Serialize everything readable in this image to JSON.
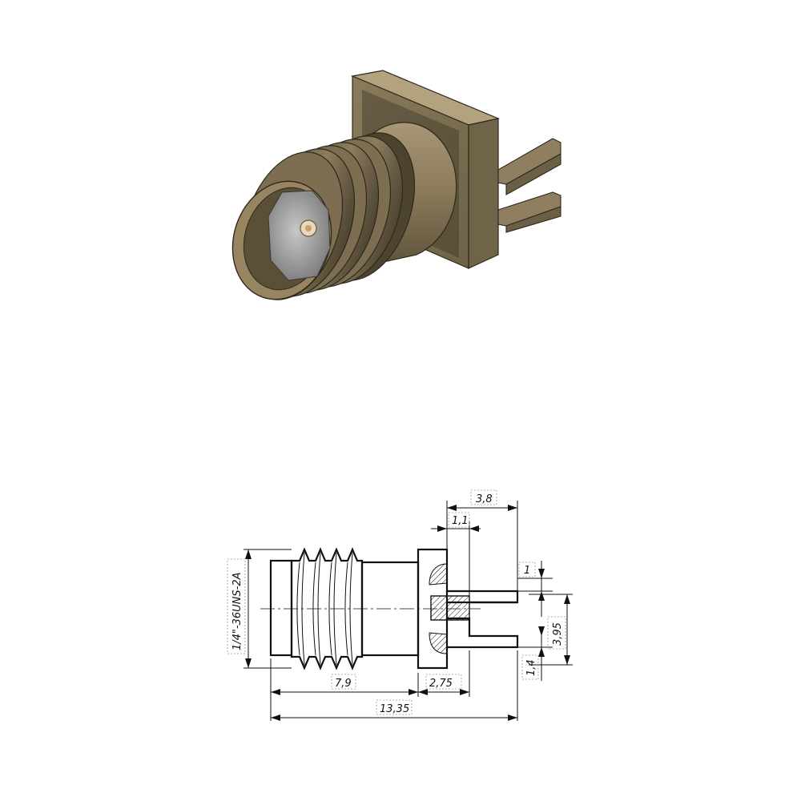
{
  "colors": {
    "body_brass": "#8a7a5c",
    "body_brass_dark": "#4a4130",
    "body_brass_light": "#b3a27e",
    "dielectric": "#9a9a9a",
    "pin_gold": "#c8a26a",
    "drawing_line": "#111111"
  },
  "dimensions": {
    "d_3_8": "3,8",
    "d_1_1": "1,1",
    "d_1": "1",
    "d_3_95": "3,95",
    "d_1_4": "1,4",
    "d_thread": "1/4\"-36UNS-2A",
    "d_7_9": "7,9",
    "d_2_75": "2,75",
    "d_13_35": "13,35"
  }
}
